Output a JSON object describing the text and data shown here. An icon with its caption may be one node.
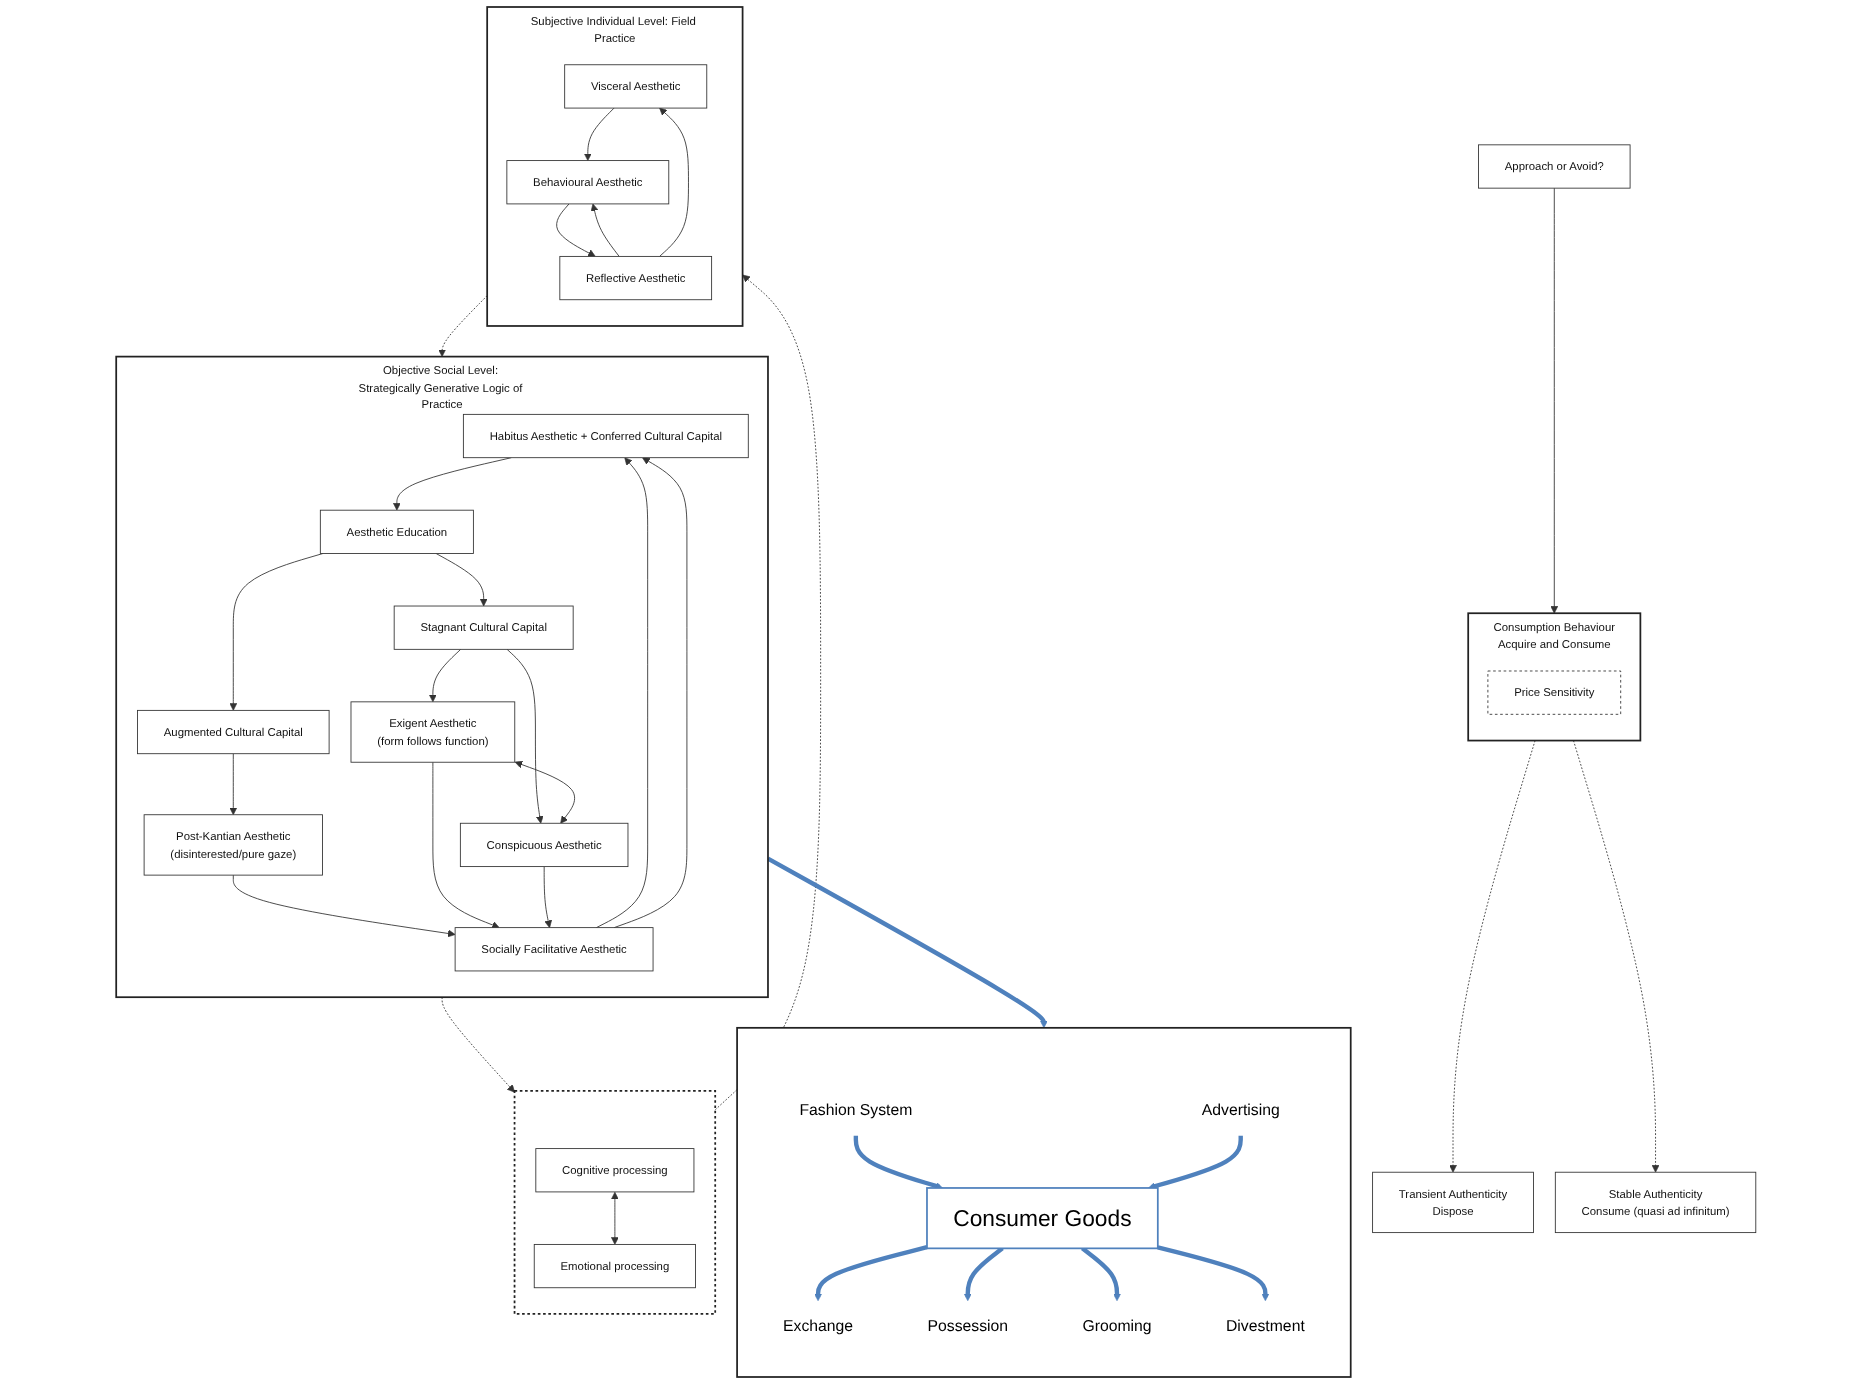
{
  "diagram": {
    "nodes": [
      {
        "text": [
          "Objective Social Level: Strategically Generative Logic of Practice"
        ]
      },
      {
        "text": [
          "Habitus Aesthetic + Conferred Cultural Capital"
        ],
        "in": 0
      },
      {
        "text": [
          "Aesthetic Education"
        ],
        "in": 0
      },
      {
        "text": [
          "Augmented Cultural Capital"
        ],
        "in": 0
      },
      {
        "text": [
          "Stagnant Cultural Capital"
        ],
        "in": 0
      },
      {
        "text": [
          "Post-Kantian Aesthetic",
          "(disinterested/pure gaze)"
        ],
        "in": 0
      },
      {
        "text": [
          "Exigent Aesthetic",
          "(form follows function)"
        ],
        "in": 0
      },
      {
        "text": [
          "Conspicuous Aesthetic"
        ],
        "in": 0
      },
      {
        "text": [
          "Socially Facilitative Aesthetic"
        ],
        "in": 0
      },
      {
        "text": [],
        "shape": "box"
      },
      {
        "text": [
          "Cognitive processing"
        ],
        "in": 9
      },
      {
        "text": [
          "Emotional processing"
        ],
        "in": 9
      },
      {
        "text": [
          "Subjective Individual Level: Field Practice"
        ]
      },
      {
        "text": [
          "Visceral Aesthetic"
        ],
        "in": 12
      },
      {
        "text": [
          "Behavioural Aesthetic"
        ],
        "in": 12
      },
      {
        "text": [
          "Reflective Aesthetic"
        ],
        "in": 12
      },
      {
        "text": [],
        "shape": "box"
      },
      {
        "text": [
          "Fashion System"
        ],
        "in": 16
      },
      {
        "text": [
          "Advertising"
        ],
        "in": 16
      },
      {
        "text": [
          "Consumer Goods"
        ],
        "in": 16
      },
      {
        "text": [
          "Exchange"
        ],
        "in": 16
      },
      {
        "text": [
          "Possession"
        ],
        "in": 16
      },
      {
        "text": [
          "Grooming"
        ],
        "in": 16
      },
      {
        "text": [
          "Divestment"
        ],
        "in": 16
      },
      {
        "text": [
          "Approach or Avoid?"
        ]
      },
      {
        "text": [
          "Consumption Behaviour",
          "Acquire and Consume"
        ]
      },
      {
        "text": [
          "Price Sensitivity"
        ],
        "in": 25
      },
      {
        "text": [
          "Transient Authenticity",
          "Dispose"
        ]
      },
      {
        "text": [
          "Stable Authenticity",
          "Consume (quasi ad infinitum)"
        ]
      }
    ],
    "edges": [
      {
        "from": 1,
        "to": 2,
        "arrow": "to"
      },
      {
        "from": 2,
        "to": 3,
        "arrow": "to"
      },
      {
        "from": 2,
        "to": 4,
        "arrow": "to"
      },
      {
        "from": 3,
        "to": 5,
        "arrow": "to"
      },
      {
        "from": 4,
        "to": 6,
        "arrow": "to"
      },
      {
        "from": 4,
        "to": 7,
        "arrow": "to"
      },
      {
        "from": 6,
        "to": 7,
        "arrow": "both"
      },
      {
        "from": 5,
        "to": 8,
        "arrow": "to"
      },
      {
        "from": 6,
        "to": 8,
        "arrow": "to"
      },
      {
        "from": 7,
        "to": 8,
        "arrow": "to"
      },
      {
        "from": 8,
        "to": 1,
        "arrow": "to"
      },
      {
        "from": 8,
        "to": 1,
        "arrow": "to"
      },
      {
        "from": 0,
        "to": 9,
        "arrow": "to",
        "style": "dashed"
      },
      {
        "from": 10,
        "to": 11,
        "arrow": "both"
      },
      {
        "from": 9,
        "to": 12,
        "arrow": "to",
        "style": "dashed"
      },
      {
        "from": 13,
        "to": 14,
        "arrow": "to"
      },
      {
        "from": 14,
        "to": 15,
        "arrow": "to"
      },
      {
        "from": 15,
        "to": 13,
        "arrow": "to"
      },
      {
        "from": 15,
        "to": 14,
        "arrow": "to"
      },
      {
        "from": 12,
        "to": 0,
        "arrow": "to",
        "style": "dashed"
      },
      {
        "from": 0,
        "to": 16,
        "arrow": "to",
        "style": "thick",
        "color": "#4f81bd"
      },
      {
        "from": 17,
        "to": 19,
        "arrow": "to",
        "style": "thick",
        "color": "#4f81bd"
      },
      {
        "from": 18,
        "to": 19,
        "arrow": "to",
        "style": "thick",
        "color": "#4f81bd"
      },
      {
        "from": 19,
        "to": 20,
        "arrow": "to",
        "style": "thick",
        "color": "#4f81bd"
      },
      {
        "from": 19,
        "to": 21,
        "arrow": "to",
        "style": "thick",
        "color": "#4f81bd"
      },
      {
        "from": 19,
        "to": 22,
        "arrow": "to",
        "style": "thick",
        "color": "#4f81bd"
      },
      {
        "from": 19,
        "to": 23,
        "arrow": "to",
        "style": "thick",
        "color": "#4f81bd"
      },
      {
        "from": 24,
        "to": 25,
        "arrow": "to"
      },
      {
        "from": 25,
        "to": 27,
        "arrow": "to",
        "style": "dashed"
      },
      {
        "from": 25,
        "to": 28,
        "arrow": "to",
        "style": "dashed"
      }
    ]
  }
}
